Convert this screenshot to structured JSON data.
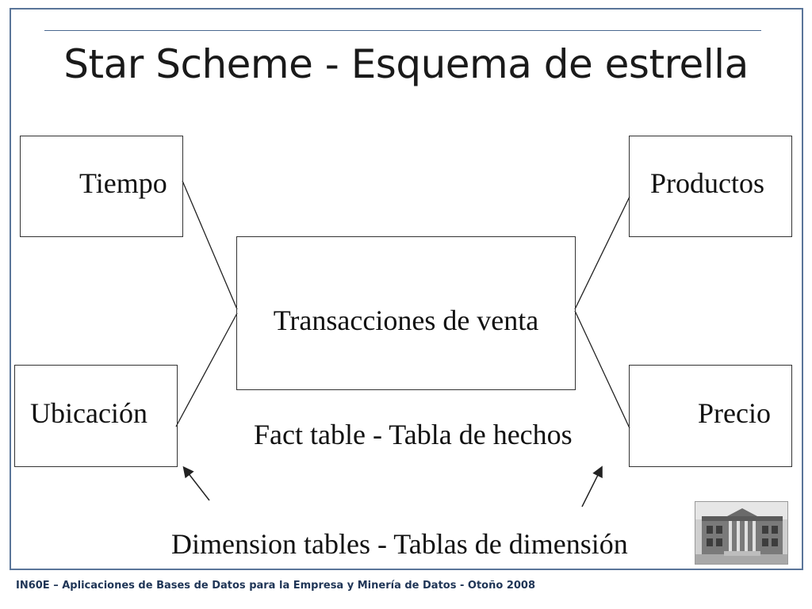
{
  "slide": {
    "title": "Star Scheme - Esquema de estrella",
    "footer": "IN60E – Aplicaciones de Bases de Datos para la Empresa y Minería de Datos - Otoño 2008"
  },
  "diagram": {
    "fact_table": {
      "label": "Transacciones de venta"
    },
    "fact_caption": "Fact table - Tabla de hechos",
    "dimension_caption": "Dimension tables - Tablas de dimensión",
    "dimensions": {
      "tiempo": "Tiempo",
      "productos": "Productos",
      "ubicacion": "Ubicación",
      "precio": "Precio"
    }
  },
  "colors": {
    "frame": "#5a7599",
    "footer_text": "#1f3556",
    "lines": "#222222"
  },
  "images": {
    "logo": "university-building-photo"
  }
}
